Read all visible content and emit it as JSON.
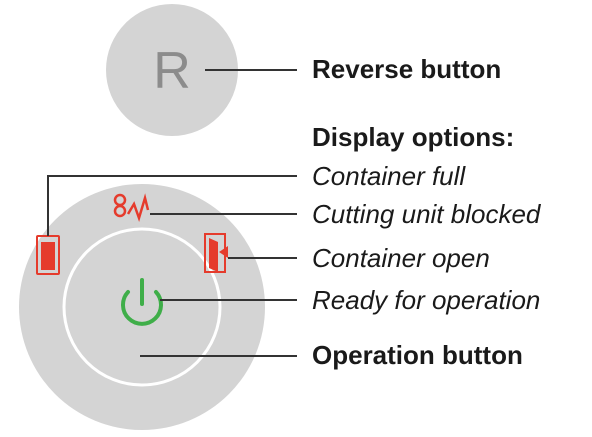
{
  "reverse_button": {
    "letter": "R",
    "label": "Reverse button"
  },
  "display_options_heading": "Display options:",
  "indicators": [
    {
      "label": "Container full",
      "icon": "container-full-icon",
      "color": "#e53b2c"
    },
    {
      "label": "Cutting unit blocked",
      "icon": "cutting-unit-blocked-icon",
      "color": "#e53b2c"
    },
    {
      "label": "Container open",
      "icon": "container-open-icon",
      "color": "#e53b2c"
    },
    {
      "label": "Ready for operation",
      "icon": "power-icon",
      "color": "#3fae49"
    }
  ],
  "operation_button": {
    "label": "Operation button"
  },
  "colors": {
    "button_gray": "#d4d4d4",
    "line": "#333333"
  }
}
